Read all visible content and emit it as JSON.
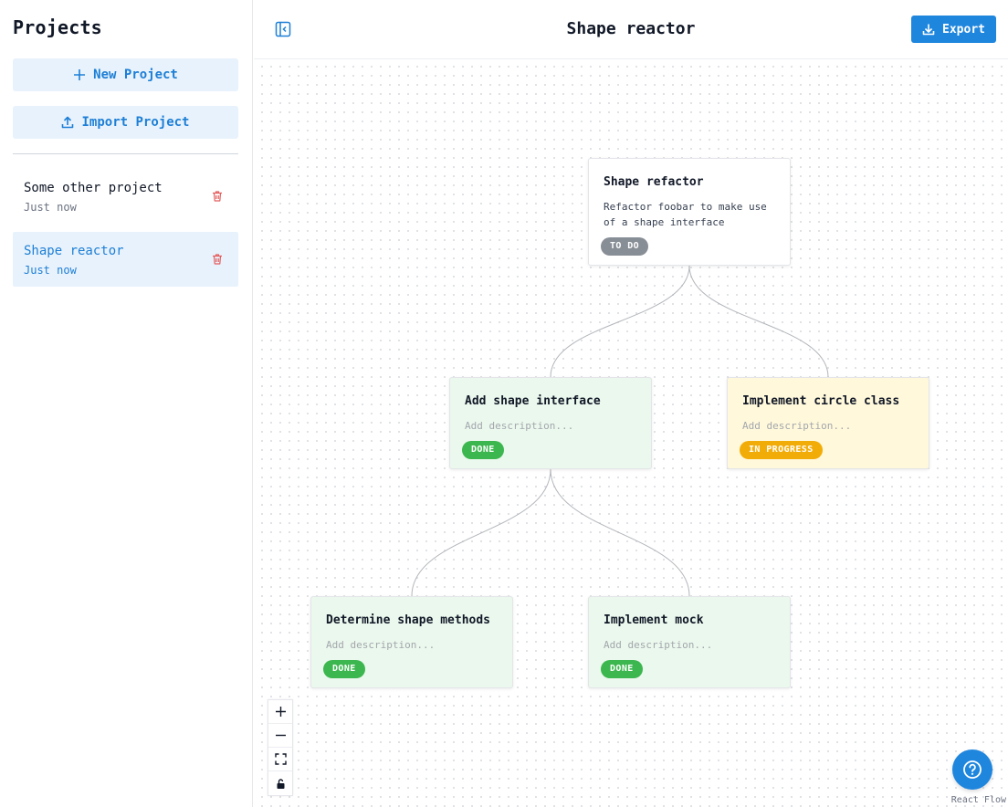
{
  "sidebar": {
    "title": "Projects",
    "new_project_label": "New Project",
    "import_project_label": "Import Project",
    "projects": [
      {
        "name": "Some other project",
        "time": "Just now"
      },
      {
        "name": "Shape reactor",
        "time": "Just now"
      }
    ]
  },
  "header": {
    "title": "Shape reactor",
    "export_label": "Export"
  },
  "nodes": [
    {
      "title": "Shape refactor",
      "description": "Refactor foobar to make use of a shape interface",
      "status": "TO DO"
    },
    {
      "title": "Add shape interface",
      "description": "Add description...",
      "status": "DONE"
    },
    {
      "title": "Implement circle class",
      "description": "Add description...",
      "status": "IN PROGRESS"
    },
    {
      "title": "Determine shape methods",
      "description": "Add description...",
      "status": "DONE"
    },
    {
      "title": "Implement mock",
      "description": "Add description...",
      "status": "DONE"
    }
  ],
  "attribution": "React Flow",
  "colors": {
    "accent": "#1f86de",
    "done": "#3cb64f",
    "in_progress": "#f2ac07",
    "todo": "#888e96",
    "delete": "#e35d5d"
  },
  "icons": {
    "new_project": "plus-icon",
    "import_project": "upload-icon",
    "delete": "trash-icon",
    "collapse": "sidebar-collapse-icon",
    "export": "download-icon",
    "zoom_in": "plus-icon",
    "zoom_out": "minus-icon",
    "fit_view": "fit-view-icon",
    "lock": "lock-icon",
    "help": "question-icon"
  }
}
